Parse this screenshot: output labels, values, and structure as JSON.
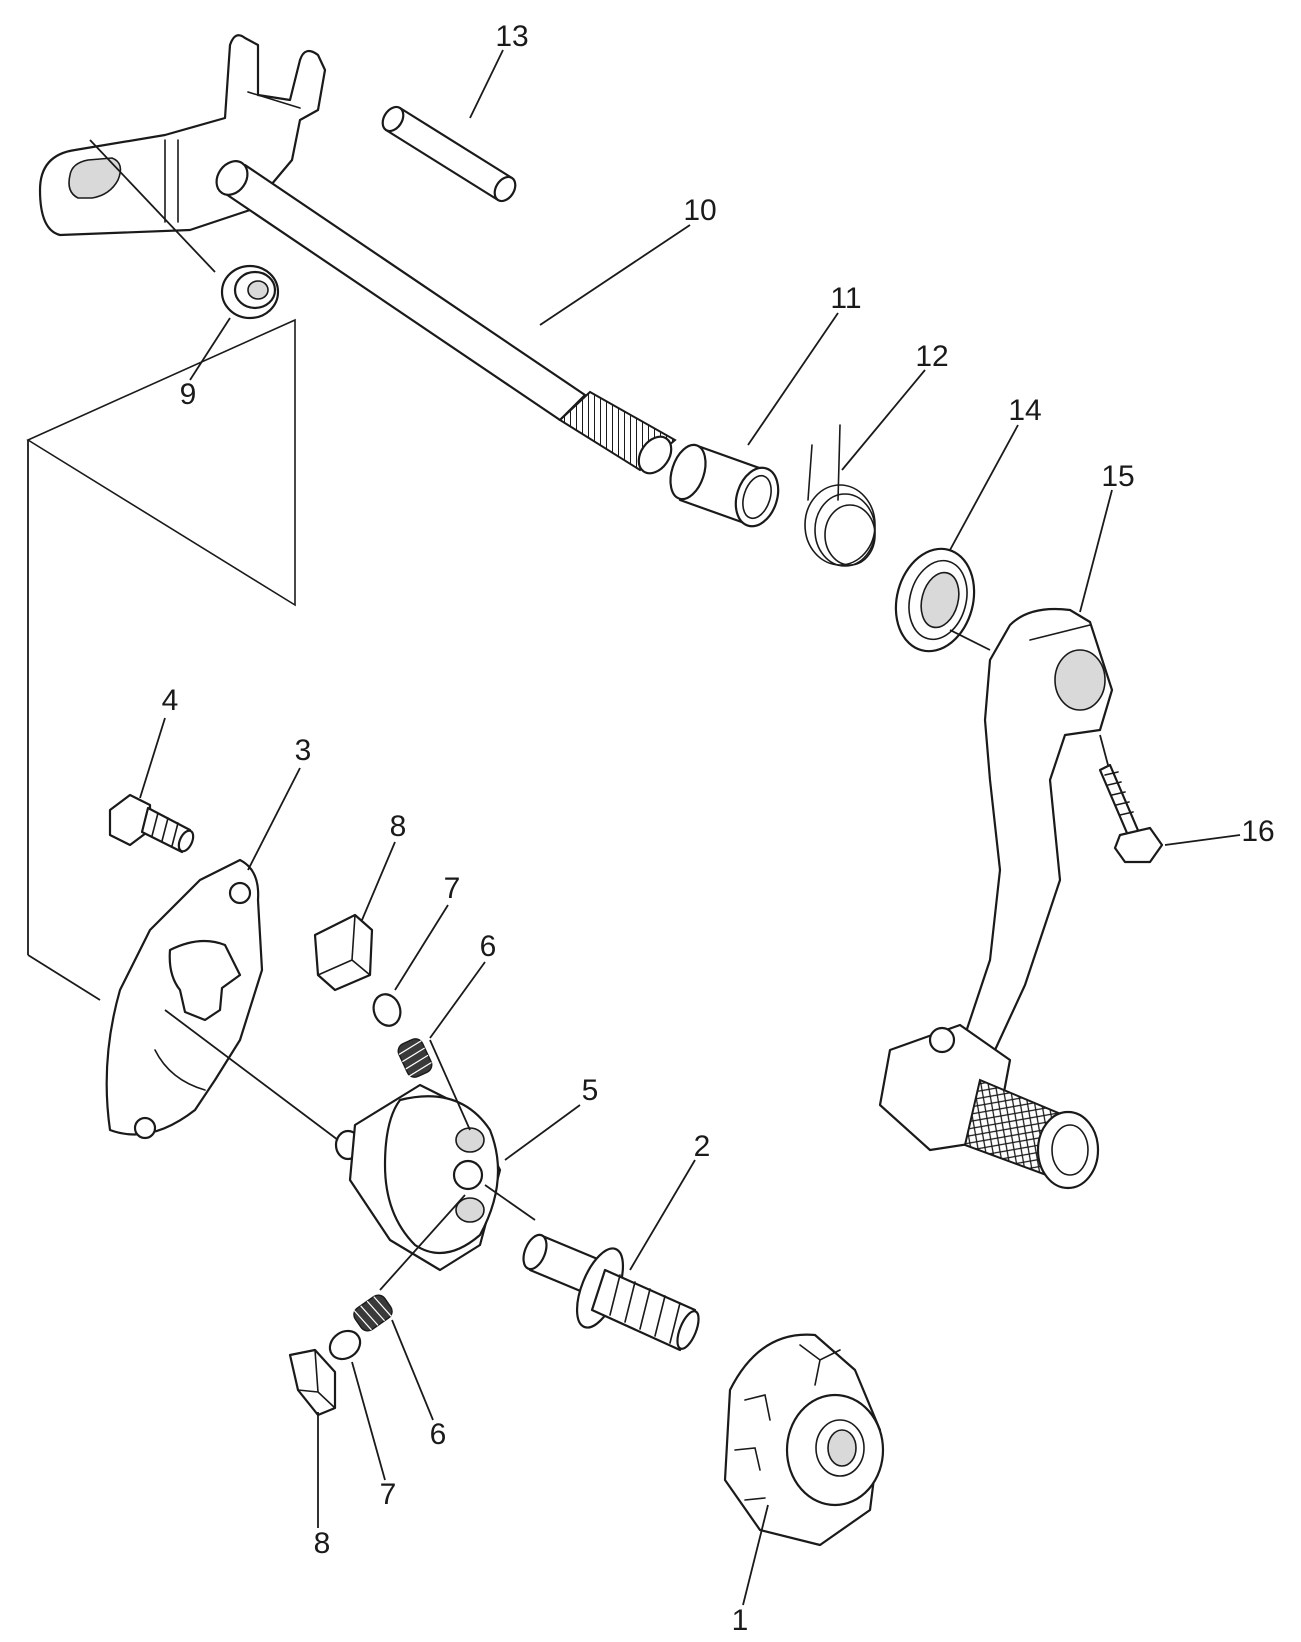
{
  "callouts": {
    "c1": "1",
    "c2": "2",
    "c3": "3",
    "c4": "4",
    "c5": "5",
    "c6a": "6",
    "c6b": "6",
    "c7a": "7",
    "c7b": "7",
    "c8a": "8",
    "c8b": "8",
    "c9": "9",
    "c10": "10",
    "c11": "11",
    "c12": "12",
    "c13": "13",
    "c14": "14",
    "c15": "15",
    "c16": "16"
  }
}
